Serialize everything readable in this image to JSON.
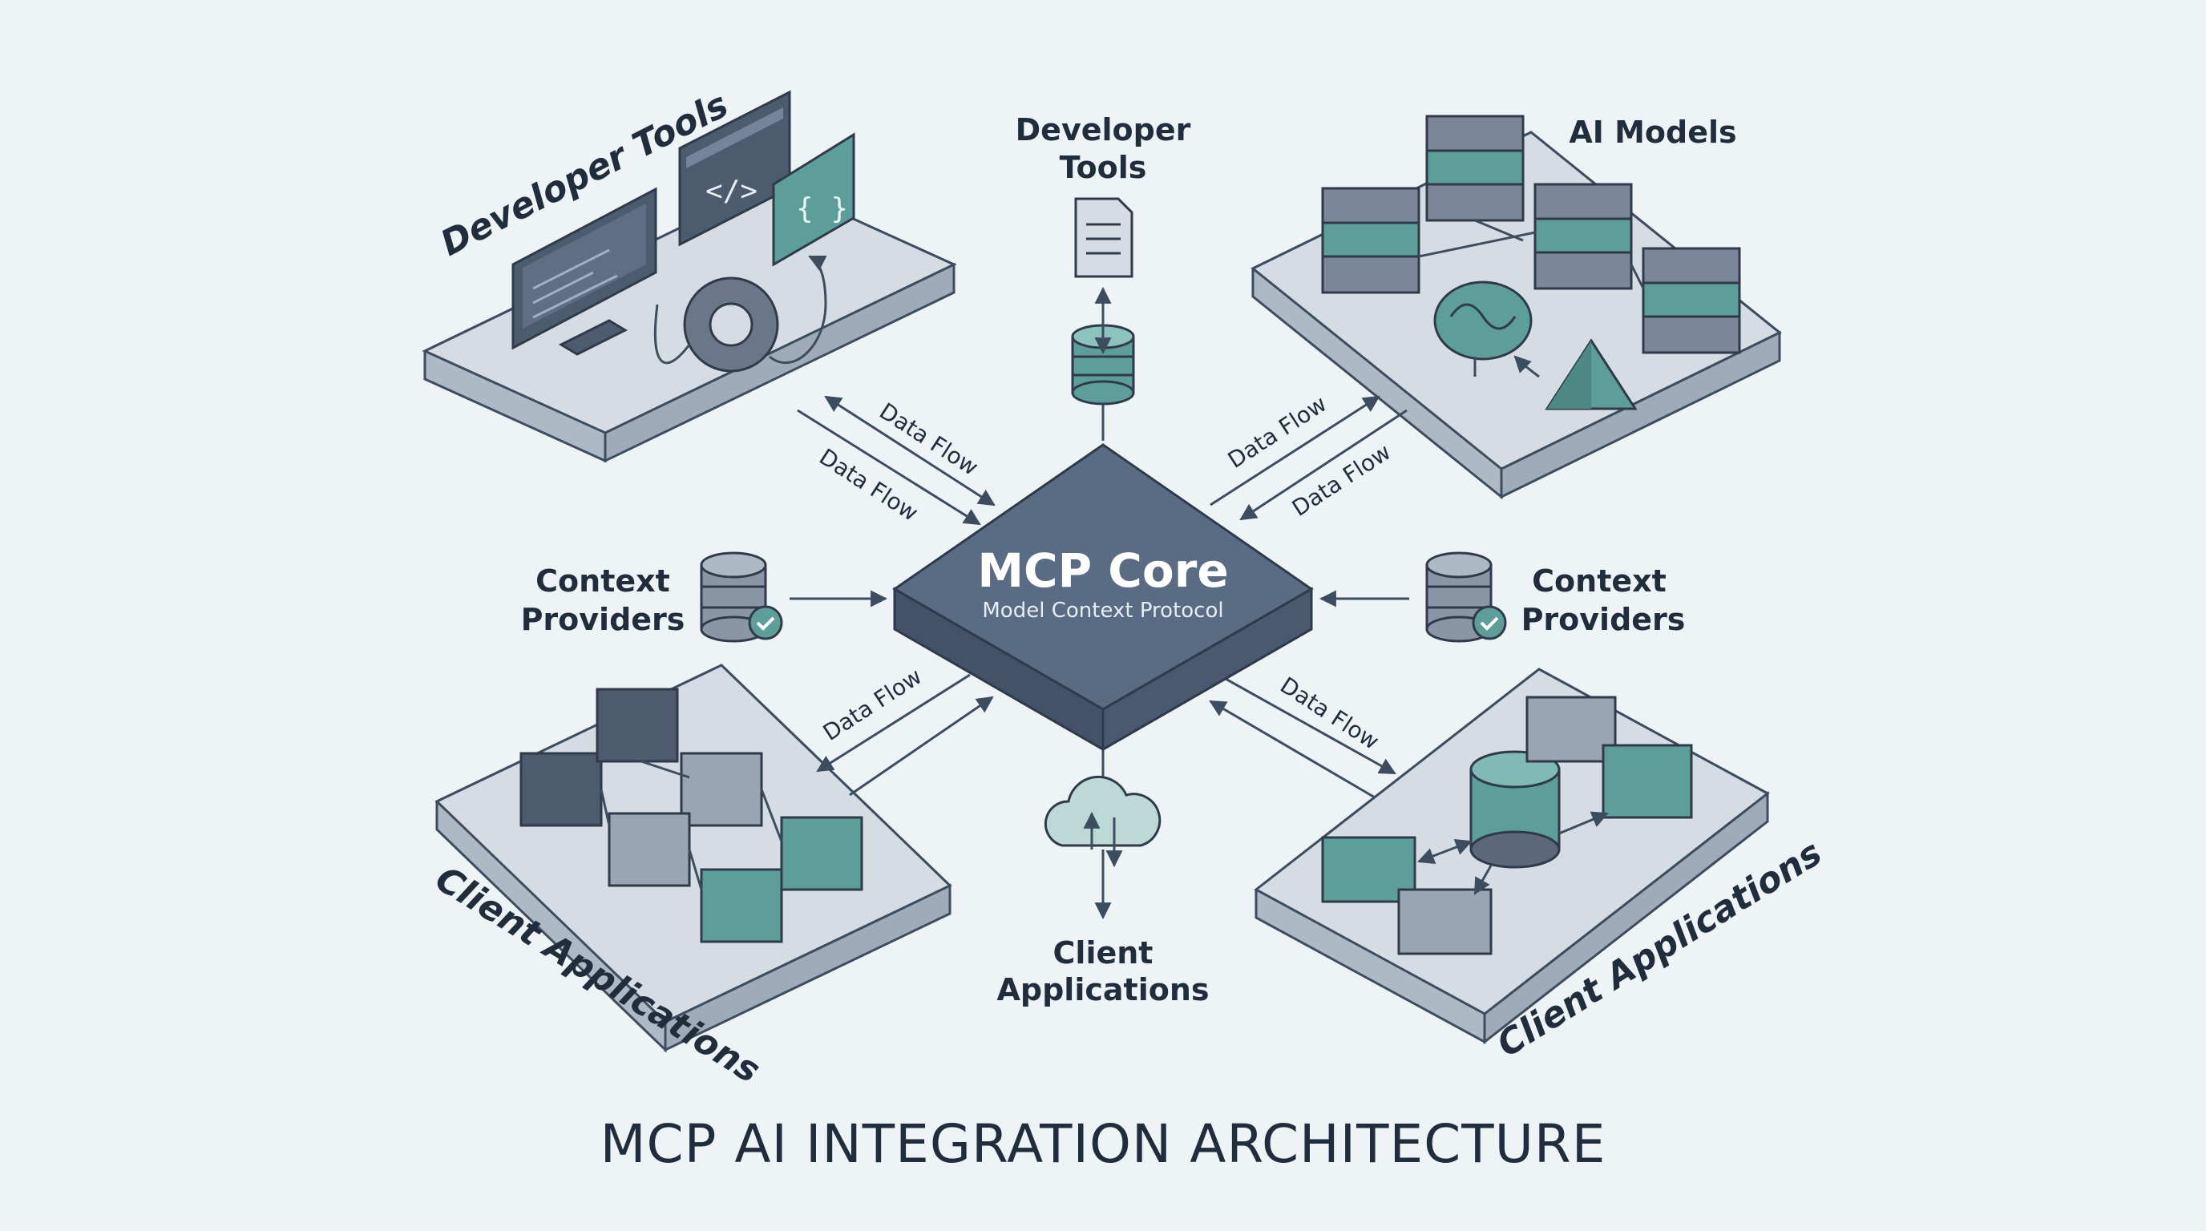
{
  "title": "MCP AI INTEGRATION ARCHITECTURE",
  "core": {
    "title": "MCP Core",
    "subtitle": "Model Context Protocol"
  },
  "platforms": {
    "top_left": "Developer Tools",
    "top_right": "AI Models",
    "bottom_left": "Client Applications",
    "bottom_right": "Client Applications"
  },
  "nodes": {
    "top": [
      "Developer",
      "Tools"
    ],
    "left": [
      "Context",
      "Providers"
    ],
    "right": [
      "Context",
      "Providers"
    ],
    "bottom": [
      "Client",
      "Applications"
    ]
  },
  "flow_label": "Data Flow",
  "icons": {
    "top_node": "document-icon",
    "top_connector": "database-icon",
    "bottom_connector": "cloud-icon",
    "side_nodes": "database-check-icon"
  },
  "colors": {
    "background": "#eef3f6",
    "core": "#5a6b84",
    "teal": "#5e9e9a",
    "slate": "#5b677a",
    "platform": "#d5dce4",
    "line": "#3d4d60"
  }
}
